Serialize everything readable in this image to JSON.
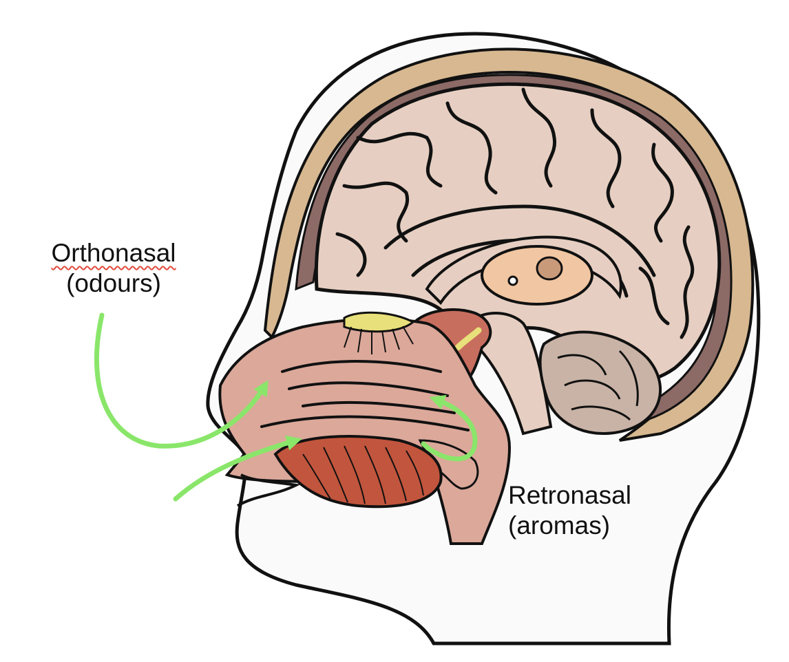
{
  "labels": {
    "orthonasal": {
      "line1": "Orthonasal",
      "line2": "(odours)"
    },
    "retronasal": {
      "line1": "Retronasal",
      "line2": "(aromas)"
    }
  },
  "colors": {
    "skin": "#fafafa",
    "skull": "#d7b890",
    "dura": "#8c6a66",
    "brain": "#e6cfc2",
    "thalamus": "#f1c6a2",
    "nasal_cavity": "#dba89a",
    "nasopharynx": "#c86e5e",
    "tongue": "#c2553d",
    "olfactory_bulb": "#e8e07a",
    "arrow_green": "#8ae66a",
    "outline": "#111111"
  },
  "icons": {
    "arrow_style": "curved-green-arrow"
  }
}
